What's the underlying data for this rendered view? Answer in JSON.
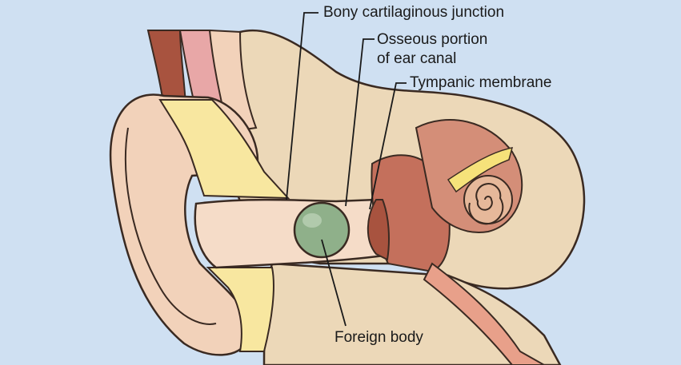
{
  "labels": {
    "bony_junction": "Bony cartilaginous junction",
    "osseous_line1": "Osseous portion",
    "osseous_line2": "of ear canal",
    "tympanic": "Tympanic membrane",
    "foreign_body": "Foreign body"
  },
  "colors": {
    "background": "#cfe0f2",
    "skin": "#f2d2ba",
    "skin_shadow": "#e6b89a",
    "bone": "#ecd8b8",
    "cartilage": "#f8e7a0",
    "canal": "#f5dcc8",
    "muscle": "#c4705c",
    "outline": "#3a2a22",
    "foreign_body": "#8fb08a"
  }
}
